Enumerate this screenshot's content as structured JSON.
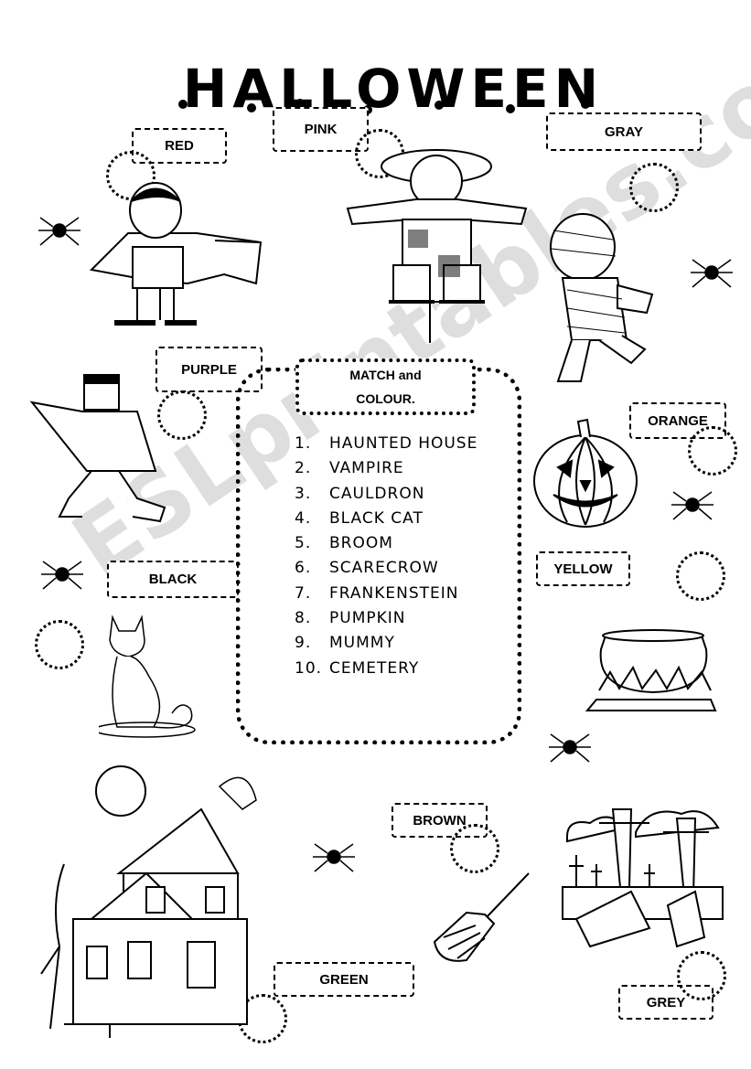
{
  "title": "HALLOWEEN",
  "instructions": {
    "line1": "MATCH and",
    "line2": "COLOUR."
  },
  "word_list": [
    {
      "num": "1.",
      "word": "HAUNTED HOUSE"
    },
    {
      "num": "2.",
      "word": "VAMPIRE"
    },
    {
      "num": "3.",
      "word": "CAULDRON"
    },
    {
      "num": "4.",
      "word": "BLACK CAT"
    },
    {
      "num": "5.",
      "word": "BROOM"
    },
    {
      "num": "6.",
      "word": "SCARECROW"
    },
    {
      "num": "7.",
      "word": "FRANKENSTEIN"
    },
    {
      "num": "8.",
      "word": "PUMPKIN"
    },
    {
      "num": "9.",
      "word": "MUMMY"
    },
    {
      "num": "10.",
      "word": "CEMETERY"
    }
  ],
  "color_labels": {
    "red": "RED",
    "pink": "PINK",
    "gray": "GRAY",
    "purple": "PURPLE",
    "orange": "ORANGE",
    "black": "BLACK",
    "yellow": "YELLOW",
    "brown": "BROWN",
    "green": "GREEN",
    "grey": "GREY"
  },
  "watermark": "ESLprintables.com"
}
